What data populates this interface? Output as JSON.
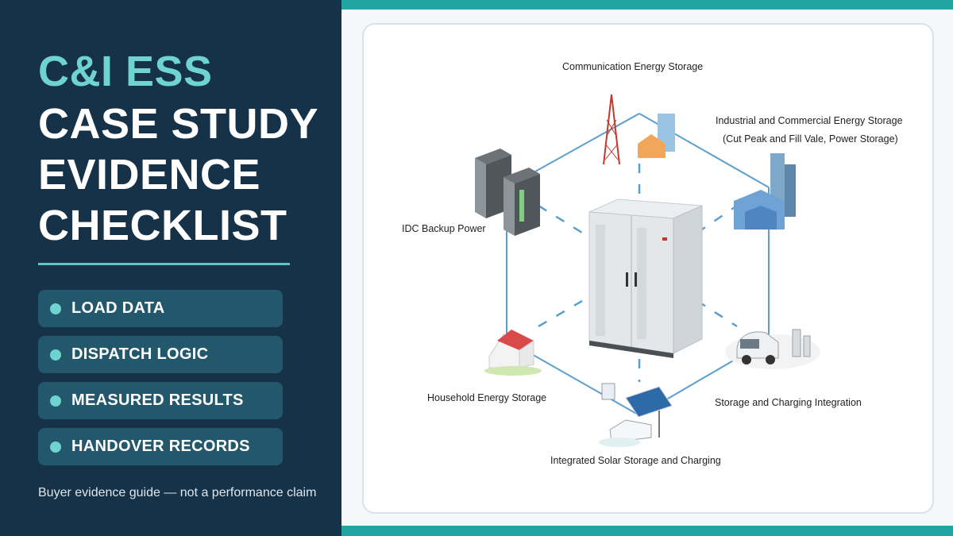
{
  "title": {
    "line1": "C&I ESS",
    "line2": "CASE STUDY",
    "line3": "EVIDENCE",
    "line4": "CHECKLIST"
  },
  "checklist": [
    {
      "label": "LOAD DATA"
    },
    {
      "label": "DISPATCH LOGIC"
    },
    {
      "label": "MEASURED RESULTS"
    },
    {
      "label": "HANDOVER RECORDS"
    }
  ],
  "footnote": "Buyer evidence guide — not a performance claim",
  "diagram": {
    "communication": "Communication Energy Storage",
    "industrial_line1": "Industrial and Commercial Energy Storage",
    "industrial_line2": "(Cut Peak and Fill Vale, Power Storage)",
    "idc": "IDC Backup Power",
    "household": "Household Energy Storage",
    "charging": "Storage and Charging Integration",
    "solar": "Integrated Solar Storage and Charging"
  },
  "colors": {
    "panel": "#163248",
    "accent": "#6fd3d0",
    "bar": "#22a4a2",
    "pill": "#23576b",
    "connector": "#5b9fcf"
  }
}
